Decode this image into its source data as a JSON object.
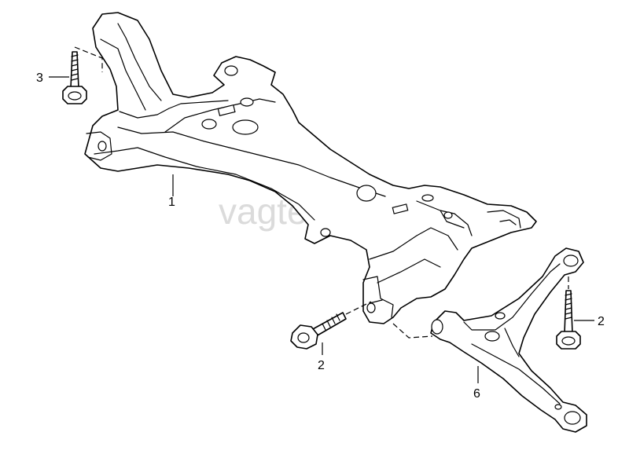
{
  "watermark": {
    "text": "vagtec.ru",
    "color": "#cfcfcf"
  },
  "callouts": {
    "subframe": "1",
    "bolt_front": "2",
    "bolt_rear": "2",
    "bolt_upper": "3",
    "wishbone": "6"
  },
  "colors": {
    "line": "#000000",
    "background": "#ffffff"
  }
}
